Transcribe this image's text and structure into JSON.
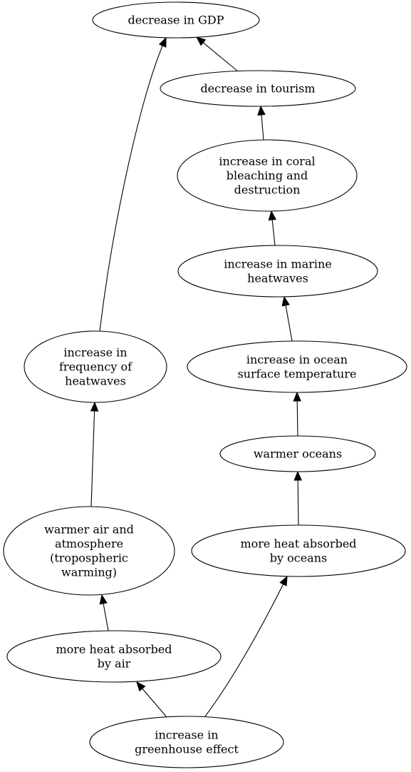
{
  "nodes": {
    "gdp": [
      "decrease in GDP"
    ],
    "tourism": [
      "decrease in tourism"
    ],
    "coral": [
      "increase in coral",
      "bleaching and",
      "destruction"
    ],
    "marine": [
      "increase in marine",
      "heatwaves"
    ],
    "ocean_temp": [
      "increase in ocean",
      "surface temperature"
    ],
    "warmer_oceans": [
      "warmer oceans"
    ],
    "heat_oceans": [
      "more heat absorbed",
      "by oceans"
    ],
    "freq_heatwaves": [
      "increase in",
      "frequency of",
      "heatwaves"
    ],
    "warmer_air": [
      "warmer air and",
      "atmosphere",
      "(tropospheric",
      "warming)"
    ],
    "heat_air": [
      "more heat absorbed",
      "by air"
    ],
    "greenhouse": [
      "increase in",
      "greenhouse effect"
    ]
  },
  "edges": [
    {
      "from": "greenhouse",
      "to": "heat_air"
    },
    {
      "from": "greenhouse",
      "to": "heat_oceans"
    },
    {
      "from": "heat_air",
      "to": "warmer_air"
    },
    {
      "from": "warmer_air",
      "to": "freq_heatwaves"
    },
    {
      "from": "freq_heatwaves",
      "to": "gdp"
    },
    {
      "from": "heat_oceans",
      "to": "warmer_oceans"
    },
    {
      "from": "warmer_oceans",
      "to": "ocean_temp"
    },
    {
      "from": "ocean_temp",
      "to": "marine"
    },
    {
      "from": "marine",
      "to": "coral"
    },
    {
      "from": "coral",
      "to": "tourism"
    },
    {
      "from": "tourism",
      "to": "gdp"
    }
  ]
}
